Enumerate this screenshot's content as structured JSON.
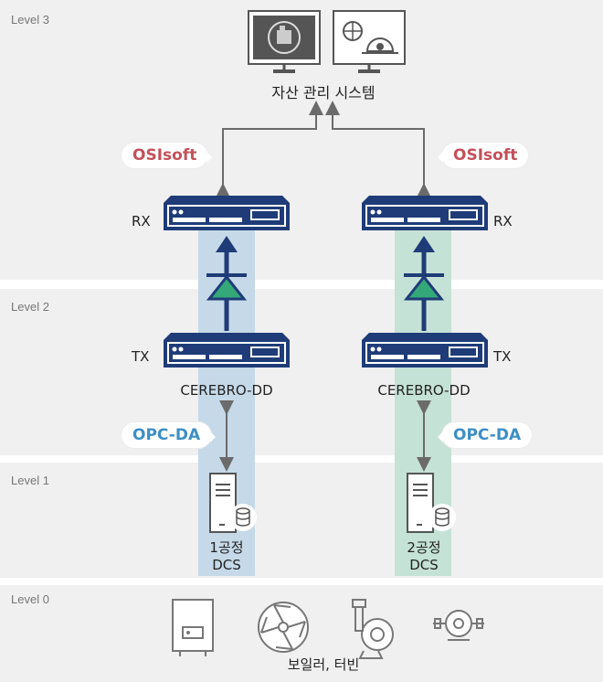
{
  "levels": [
    "Level 3",
    "Level 2",
    "Level 1",
    "Level 0"
  ],
  "asset_system": "자산 관리 시스템",
  "protocol_top": "OSIsoft",
  "protocol_bottom": "OPC-DA",
  "rx_label": "RX",
  "tx_label": "TX",
  "device_name": "CEREBRO-DD",
  "dcs_left": {
    "line1": "1공정",
    "line2": "DCS"
  },
  "dcs_right": {
    "line1": "2공정",
    "line2": "DCS"
  },
  "field_equipment": "보일러, 터빈",
  "colors": {
    "band": "#f0f0f0",
    "device_navy": "#1f3c78",
    "diode_green": "#34a878",
    "lane_left": "#c5d9e8",
    "lane_right": "#c5e2d6",
    "osisoft_red": "#c4505a",
    "opcda_blue": "#3d8fc4"
  },
  "icons": [
    "monitor-building-icon",
    "monitor-gauge-icon",
    "server-database-icon",
    "boiler-icon",
    "fan-icon",
    "pump-icon",
    "turbine-icon",
    "data-diode-icon"
  ]
}
